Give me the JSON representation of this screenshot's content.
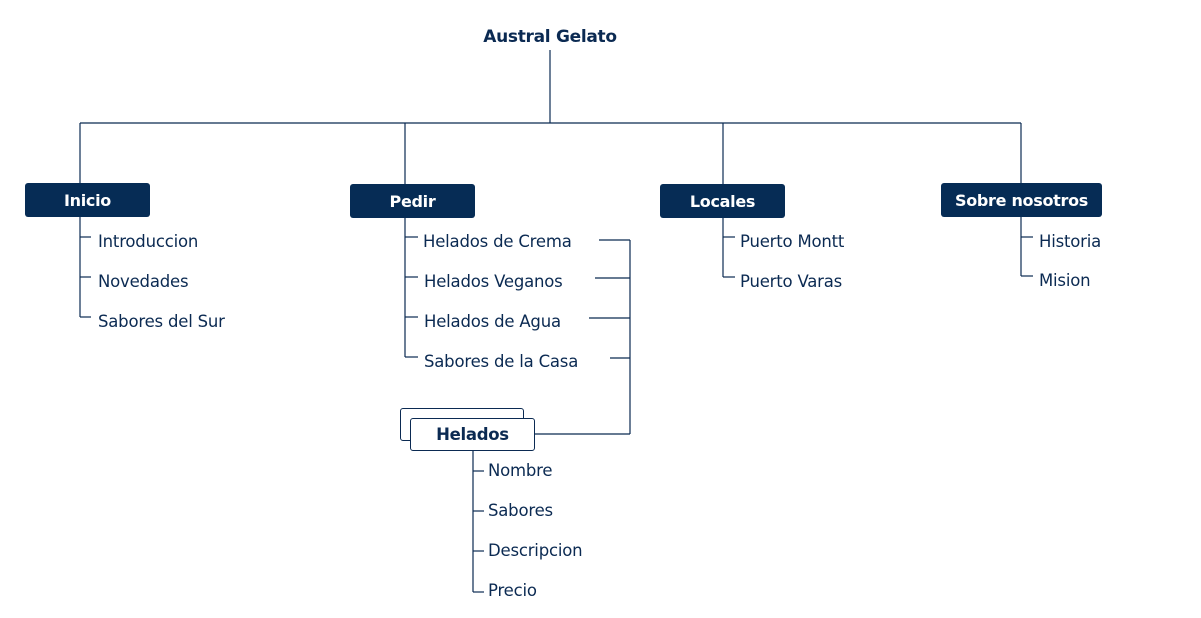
{
  "root": {
    "label": "Austral Gelato"
  },
  "sections": {
    "inicio": {
      "label": "Inicio",
      "items": [
        "Introduccion",
        "Novedades",
        "Sabores del Sur"
      ]
    },
    "pedir": {
      "label": "Pedir",
      "items": [
        "Helados de Crema",
        "Helados Veganos",
        "Helados de Agua",
        "Sabores de la Casa"
      ]
    },
    "locales": {
      "label": "Locales",
      "items": [
        "Puerto Montt",
        "Puerto Varas"
      ]
    },
    "sobre": {
      "label": "Sobre nosotros",
      "items": [
        "Historia",
        "Mision"
      ]
    }
  },
  "entity": {
    "label": "Helados",
    "fields": [
      "Nombre",
      "Sabores",
      "Descripcion",
      "Precio"
    ]
  },
  "colors": {
    "navy": "#062c55",
    "line": "#0b2a52",
    "background": "#ffffff"
  }
}
